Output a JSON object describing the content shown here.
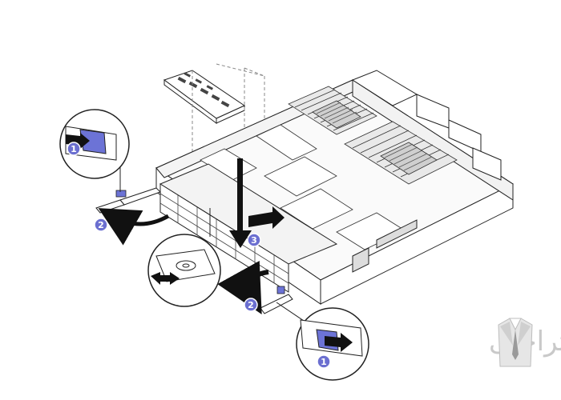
{
  "figure": {
    "subject": "Server chassis drive-cage removal diagram",
    "callouts": [
      {
        "label": "1",
        "meaning": "press release latch"
      },
      {
        "label": "2",
        "meaning": "rotate handle outward"
      },
      {
        "label": "3",
        "meaning": "slide cage"
      },
      {
        "label": "2",
        "meaning": "rotate handle outward"
      },
      {
        "label": "1",
        "meaning": "press release latch"
      }
    ],
    "colors": {
      "callout_fill": "#6b6fd0",
      "callout_stroke": "#ffffff",
      "latch_blue": "#6c73d6",
      "line_art": "#222222",
      "arrow_black": "#111111"
    },
    "icons": [
      "magnifier-circle-top-left",
      "magnifier-circle-middle-left",
      "magnifier-circle-bottom-right",
      "motherboard-card-icon",
      "suit-logo-icon"
    ]
  },
  "watermark": {
    "text": "مستراچیی",
    "logo": "suit-logo-icon",
    "color": "#c9c9c9"
  }
}
